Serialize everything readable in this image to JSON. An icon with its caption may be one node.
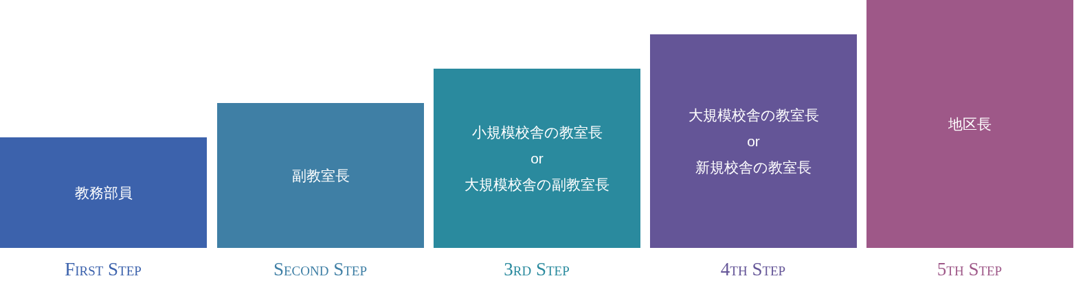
{
  "diagram": {
    "nodes": [
      {
        "text": [
          "教務部員"
        ],
        "beside": [
          "First Step"
        ]
      },
      {
        "text": [
          "副教室長"
        ],
        "beside": [
          "Second Step"
        ]
      },
      {
        "text": [
          "小規模校舎の教室長",
          "or",
          "大規模校舎の副教室長"
        ],
        "beside": [
          "3rd Step"
        ]
      },
      {
        "text": [
          "大規模校舎の教室長",
          "or",
          "新規校舎の教室長"
        ],
        "beside": [
          "4th Step"
        ]
      },
      {
        "text": [
          "地区長"
        ],
        "beside": [
          "5th Step"
        ]
      }
    ]
  }
}
